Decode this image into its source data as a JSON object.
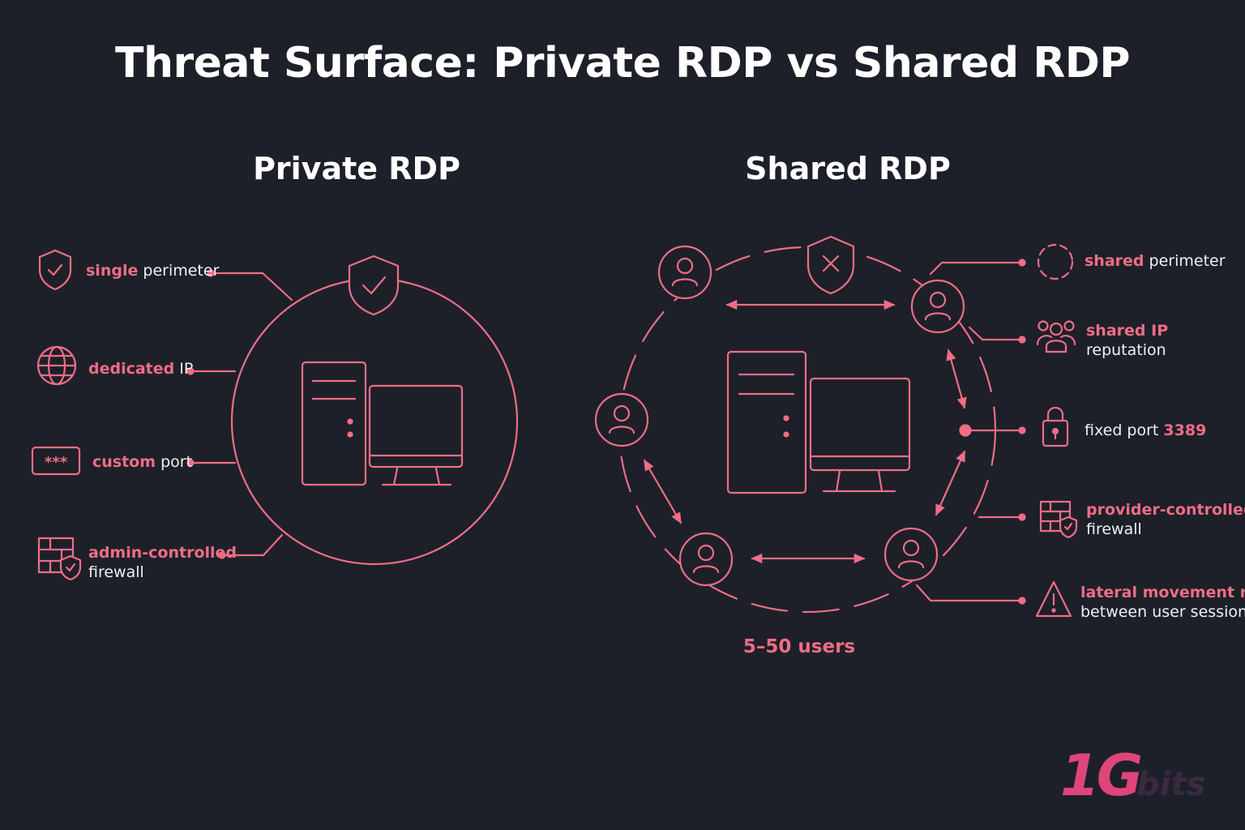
{
  "title": "Threat Surface: Private RDP vs Shared RDP",
  "colors": {
    "background": "#1d2029",
    "accent": "#f06d85",
    "text": "#ffffff"
  },
  "private": {
    "title": "Private RDP",
    "features": [
      {
        "highlight": "single",
        "rest": " perimeter",
        "icon": "shield-check-icon"
      },
      {
        "highlight": "dedicated",
        "rest": " IP",
        "icon": "globe-icon"
      },
      {
        "highlight": "custom",
        "rest": " port",
        "icon": "password-field-icon"
      },
      {
        "highlight": "admin-controlled",
        "rest": "firewall",
        "icon": "firewall-shield-icon"
      }
    ]
  },
  "shared": {
    "title": "Shared RDP",
    "users_count": "5–50 users",
    "features": [
      {
        "highlight": "shared",
        "rest": " perimeter",
        "icon": "dashed-circle-icon"
      },
      {
        "highlight": "shared IP",
        "rest": "reputation",
        "icon": "users-group-icon"
      },
      {
        "prefix": "fixed port ",
        "highlight": "3389",
        "icon": "padlock-icon"
      },
      {
        "highlight": "provider-controlled",
        "rest": "firewall",
        "icon": "firewall-shield-icon"
      },
      {
        "highlight": "lateral movement risk",
        "rest": "between user sessions",
        "icon": "warning-triangle-icon"
      }
    ]
  },
  "logo": {
    "number": "1G",
    "word": "bits"
  }
}
